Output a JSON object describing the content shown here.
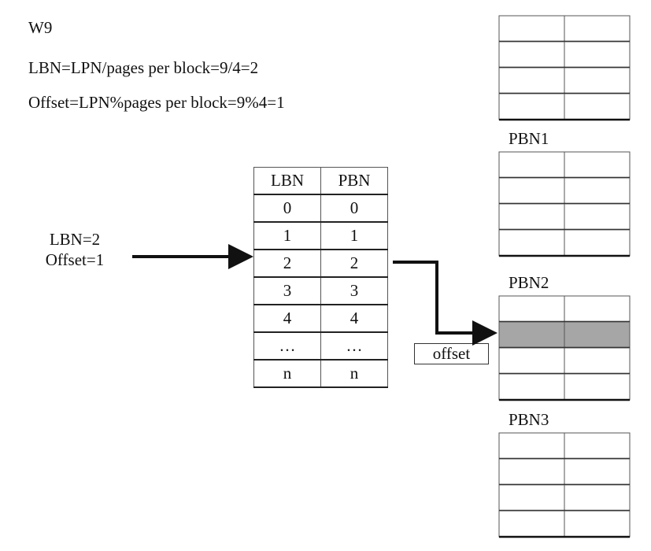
{
  "header": {
    "title": "W9",
    "lbn_formula": "LBN=LPN/pages per block=9/4=2",
    "offset_formula": "Offset=LPN%pages per block=9%4=1"
  },
  "input": {
    "lbn": "LBN=2",
    "offset": "Offset=1"
  },
  "mapping_table": {
    "headers": [
      "LBN",
      "PBN"
    ],
    "rows": [
      [
        "0",
        "0"
      ],
      [
        "1",
        "1"
      ],
      [
        "2",
        "2"
      ],
      [
        "3",
        "3"
      ],
      [
        "4",
        "4"
      ],
      [
        "…",
        "…"
      ],
      [
        "n",
        "n"
      ]
    ],
    "highlight_row": 2
  },
  "offset_label": "offset",
  "blocks": [
    {
      "label": "",
      "pages": 4
    },
    {
      "label": "PBN1",
      "pages": 4
    },
    {
      "label": "PBN2",
      "pages": 4,
      "highlight_page": 1
    },
    {
      "label": "PBN3",
      "pages": 4
    }
  ],
  "colors": {
    "highlight_fill": "#a6a6a6",
    "line": "#111111",
    "grid": "#555555"
  }
}
